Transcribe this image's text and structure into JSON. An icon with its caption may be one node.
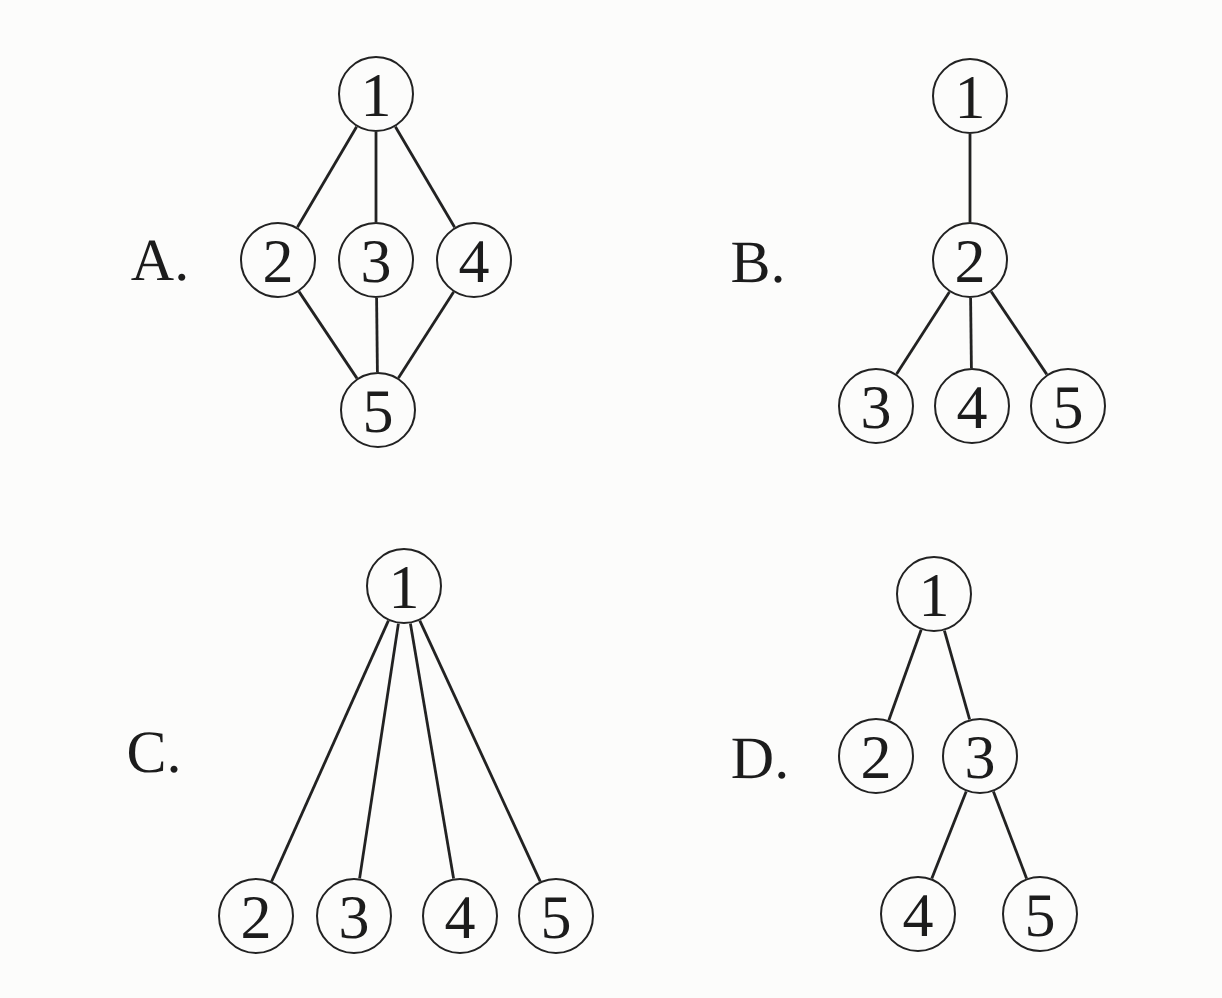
{
  "diagram": {
    "nodes": [
      {
        "text": [
          "1"
        ]
      },
      {
        "text": [
          "2"
        ]
      },
      {
        "text": [
          "3"
        ]
      },
      {
        "text": [
          "4"
        ]
      },
      {
        "text": [
          "5"
        ]
      },
      {
        "text": [
          "1"
        ]
      },
      {
        "text": [
          "2"
        ]
      },
      {
        "text": [
          "3"
        ]
      },
      {
        "text": [
          "4"
        ]
      },
      {
        "text": [
          "5"
        ]
      },
      {
        "text": [
          "1"
        ]
      },
      {
        "text": [
          "2"
        ]
      },
      {
        "text": [
          "3"
        ]
      },
      {
        "text": [
          "4"
        ]
      },
      {
        "text": [
          "5"
        ]
      },
      {
        "text": [
          "1"
        ]
      },
      {
        "text": [
          "2"
        ]
      },
      {
        "text": [
          "3"
        ]
      },
      {
        "text": [
          "4"
        ]
      },
      {
        "text": [
          "5"
        ]
      }
    ],
    "edges": [
      {
        "from": 0,
        "to": 1,
        "arrow": "none"
      },
      {
        "from": 0,
        "to": 2,
        "arrow": "none"
      },
      {
        "from": 0,
        "to": 3,
        "arrow": "none"
      },
      {
        "from": 1,
        "to": 4,
        "arrow": "none"
      },
      {
        "from": 2,
        "to": 4,
        "arrow": "none"
      },
      {
        "from": 3,
        "to": 4,
        "arrow": "none"
      },
      {
        "from": 5,
        "to": 6,
        "arrow": "none"
      },
      {
        "from": 6,
        "to": 7,
        "arrow": "none"
      },
      {
        "from": 6,
        "to": 8,
        "arrow": "none"
      },
      {
        "from": 6,
        "to": 9,
        "arrow": "none"
      },
      {
        "from": 10,
        "to": 11,
        "arrow": "none"
      },
      {
        "from": 10,
        "to": 12,
        "arrow": "none"
      },
      {
        "from": 10,
        "to": 13,
        "arrow": "none"
      },
      {
        "from": 10,
        "to": 14,
        "arrow": "none"
      },
      {
        "from": 15,
        "to": 16,
        "arrow": "none"
      },
      {
        "from": 15,
        "to": 17,
        "arrow": "none"
      },
      {
        "from": 17,
        "to": 18,
        "arrow": "none"
      },
      {
        "from": 17,
        "to": 19,
        "arrow": "none"
      }
    ],
    "labels": [
      "A.",
      "B.",
      "C.",
      "D."
    ]
  }
}
